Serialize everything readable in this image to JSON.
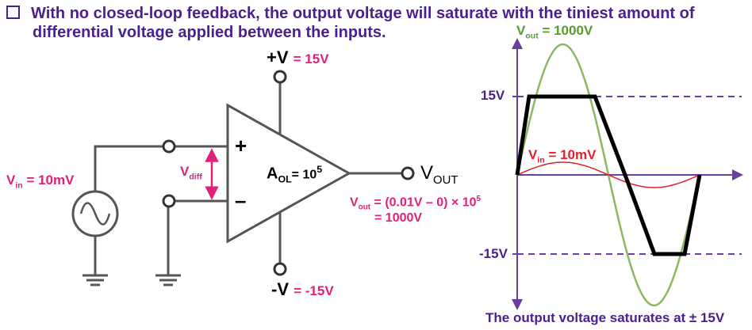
{
  "header": {
    "line1": "With no closed-loop feedback, the output voltage will saturate with the tiniest amount of",
    "line2": "differential voltage applied between the inputs."
  },
  "circuit": {
    "vplus_sign": "+V",
    "vplus_value": "= 15V",
    "vminus_sign": "-V",
    "vminus_value": "= -15V",
    "vin_v": "V",
    "vin_sub": "in",
    "vin_value": "= 10mV",
    "vdiff_v": "V",
    "vdiff_sub": "diff",
    "plus_input": "+",
    "minus_input": "–",
    "aol_a": "A",
    "aol_sub": "OL",
    "aol_value": "= 10",
    "aol_exp": "5",
    "vout_v": "V",
    "vout_sub": "OUT",
    "eq_v": "V",
    "eq_sub": "out",
    "eq_expr": "= (0.01V – 0) × 10",
    "eq_exp": "5",
    "eq_result": "= 1000V"
  },
  "graph": {
    "top_label_v": "V",
    "top_label_sub": "out",
    "top_label_value": "= 1000V",
    "vin_label_v": "V",
    "vin_label_sub": "in",
    "vin_label_value": "= 10mV",
    "y_tick_pos": "15V",
    "y_tick_neg": "-15V",
    "caption": "The output voltage saturates at ± 15V"
  },
  "colors": {
    "header_text": "#4b1f8f",
    "label_magenta": "#e0217a",
    "axis_purple": "#6b3fa0",
    "ideal_output": "#8db860",
    "saturated_output": "#000000",
    "input_signal": "#e0202a"
  }
}
